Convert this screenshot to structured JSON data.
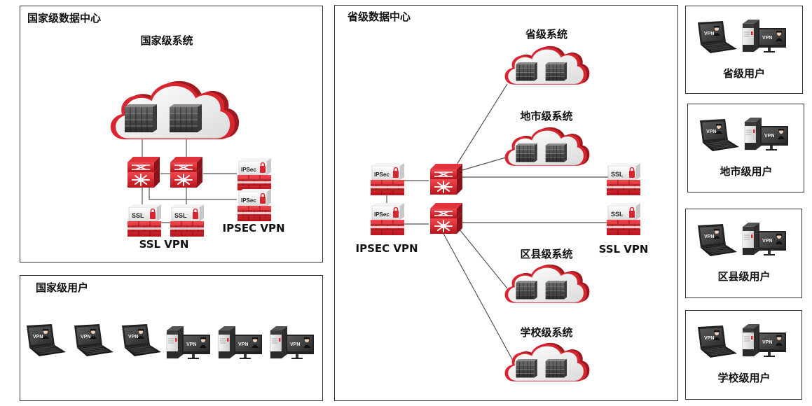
{
  "national_dc": {
    "title": "国家级数据中心",
    "system_label": "国家级系统",
    "ssl_label": "SSL VPN",
    "ipsec_label": "IPSEC VPN",
    "ssl_device_text": "SSL",
    "ipsec_device_text": "IPSec"
  },
  "national_users": {
    "title": "国家级用户",
    "laptops": 3,
    "desktops": 3,
    "screen_text": "VPN"
  },
  "provincial_dc": {
    "title": "省级数据中心",
    "systems": [
      {
        "label": "省级系统"
      },
      {
        "label": "地市级系统"
      },
      {
        "label": "区县级系统"
      },
      {
        "label": "学校级系统"
      }
    ],
    "ipsec_label": "IPSEC VPN",
    "ssl_label": "SSL VPN",
    "ssl_device_text": "SSL",
    "ipsec_device_text": "IPSec"
  },
  "user_groups": [
    {
      "label": "省级用户"
    },
    {
      "label": "地市级用户"
    },
    {
      "label": "区县级用户"
    },
    {
      "label": "学校级用户"
    }
  ],
  "colors": {
    "brand_red": "#d7262f",
    "dark_red": "#9e1820",
    "border": "#333333",
    "wire": "#555555"
  }
}
